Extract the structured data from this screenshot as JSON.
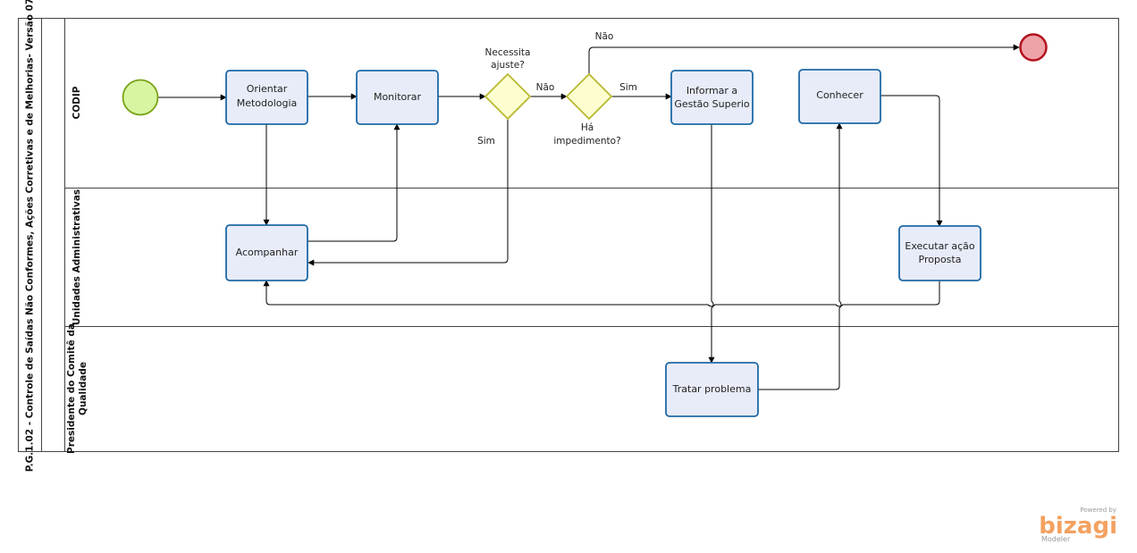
{
  "pool": {
    "title": "P.G.1.02 - Controle de Saídas Não Conformes, Ações Corretivas e de Melhorias- Versão 07"
  },
  "lanes": [
    {
      "id": "codip",
      "label": "CODIP"
    },
    {
      "id": "unidades",
      "label": "Unidades Administrativas"
    },
    {
      "id": "presidente",
      "label_line1": "Presidente do Comitê da",
      "label_line2": "Qualidade"
    }
  ],
  "tasks": {
    "orientar": {
      "line1": "Orientar",
      "line2": "Metodologia"
    },
    "monitorar": {
      "line1": "Monitorar"
    },
    "informar": {
      "line1": "Informar a",
      "line2": "Gestão Superio"
    },
    "conhecer": {
      "line1": "Conhecer"
    },
    "acompanhar": {
      "line1": "Acompanhar"
    },
    "executar": {
      "line1": "Executar  ação",
      "line2": "Proposta"
    },
    "tratar": {
      "line1": "Tratar problema"
    }
  },
  "gateways": {
    "g1": {
      "line1": "Necessita",
      "line2": "ajuste?"
    },
    "g2": {
      "line1": "Há",
      "line2": "impedimento?"
    }
  },
  "flow_labels": {
    "nao_g1": "Não",
    "sim_g1": "Sim",
    "sim_g2": "Sim",
    "nao_g2": "Não"
  },
  "branding": {
    "powered": "Powered by",
    "name": "bizagi",
    "sub": "Modeler"
  },
  "colors": {
    "task_fill": "#e8ecf9",
    "task_stroke": "#1f6aa5",
    "gateway_fill": "#fdfdd0",
    "gateway_stroke": "#b8b830",
    "start_fill": "#d8f5a2",
    "start_stroke": "#7aa317",
    "end_fill": "#eea3a8",
    "end_stroke": "#b4121f"
  }
}
